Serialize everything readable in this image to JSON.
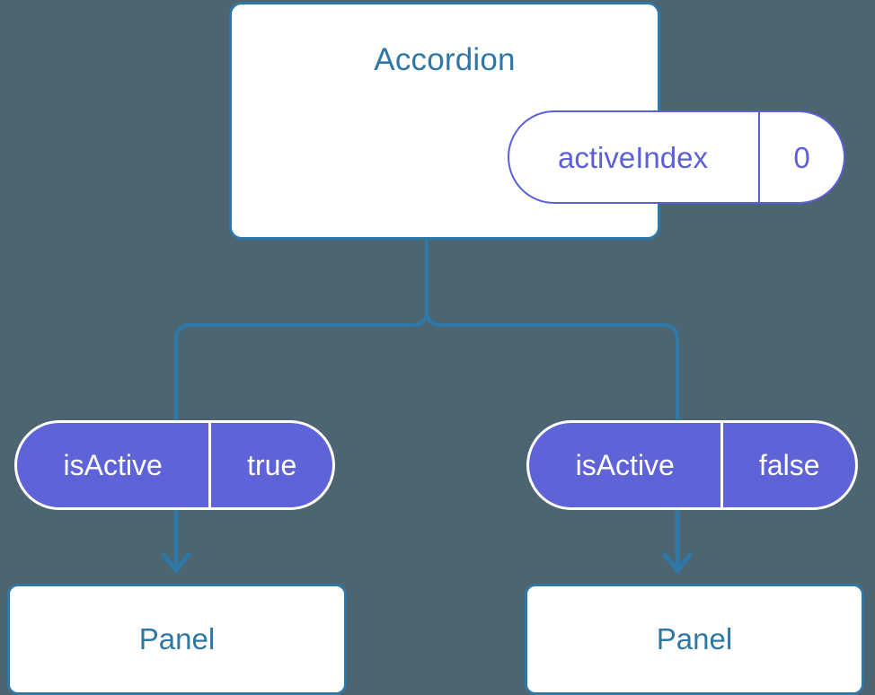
{
  "diagram": {
    "type": "component-state-tree",
    "background_color": "#4c6570",
    "accent_color": "#2e78a8",
    "state_color": "#5b5fdb",
    "state_fill_color": "#5f63d8",
    "root": {
      "title": "Accordion",
      "state": {
        "key": "activeIndex",
        "value": "0"
      }
    },
    "branches": [
      {
        "prop": {
          "key": "isActive",
          "value": "true"
        },
        "child": {
          "title": "Panel"
        }
      },
      {
        "prop": {
          "key": "isActive",
          "value": "false"
        },
        "child": {
          "title": "Panel"
        }
      }
    ]
  }
}
